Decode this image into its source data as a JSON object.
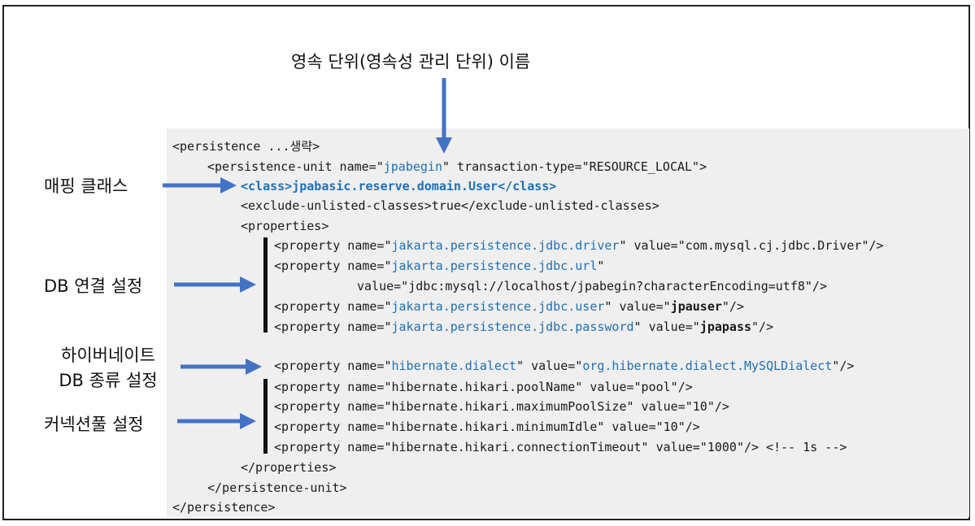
{
  "labels": {
    "unit_name": "영속 단위(영속성 관리 단위) 이름",
    "mapping_class": "매핑 클래스",
    "db_connection": "DB 연결 설정",
    "hibernate_db_line1": "하이버네이트",
    "hibernate_db_line2": "DB 종류 설정",
    "connection_pool": "커넥션풀 설정"
  },
  "code": {
    "l1": "<persistence ...생략>",
    "l2_a": "<persistence-unit name=\"",
    "l2_b": "jpabegin",
    "l2_c": "\" transaction-type=\"RESOURCE_LOCAL\">",
    "l3": "<class>jpabasic.reserve.domain.User</class>",
    "l4": "<exclude-unlisted-classes>true</exclude-unlisted-classes>",
    "l5": "<properties>",
    "l6_a": "<property name=\"",
    "l6_b": "jakarta.persistence.jdbc.driver",
    "l6_c": "\" value=\"com.mysql.cj.jdbc.Driver\"/>",
    "l7_a": "<property name=\"",
    "l7_b": "jakarta.persistence.jdbc.url",
    "l7_c": "\"",
    "l8": "value=\"jdbc:mysql://localhost/jpabegin?characterEncoding=utf8\"/>",
    "l9_a": "<property name=\"",
    "l9_b": "jakarta.persistence.jdbc.user",
    "l9_c": "\" value=\"",
    "l9_d": "jpauser",
    "l9_e": "\"/>",
    "l10_a": "<property name=\"",
    "l10_b": "jakarta.persistence.jdbc.password",
    "l10_c": "\" value=\"",
    "l10_d": "jpapass",
    "l10_e": "\"/>",
    "l11_a": "<property name=\"",
    "l11_b": "hibernate.dialect",
    "l11_c": "\" value=\"",
    "l11_d": "org.hibernate.dialect.MySQLDialect",
    "l11_e": "\"/>",
    "l12": "<property name=\"hibernate.hikari.poolName\" value=\"pool\"/>",
    "l13": "<property name=\"hibernate.hikari.maximumPoolSize\" value=\"10\"/>",
    "l14": "<property name=\"hibernate.hikari.minimumIdle\" value=\"10\"/>",
    "l15": "<property name=\"hibernate.hikari.connectionTimeout\" value=\"1000\"/> <!-- 1s -->",
    "l16": "</properties>",
    "l17": "</persistence-unit>",
    "l18": "</persistence>"
  },
  "colors": {
    "arrow": "#4472c4",
    "highlight": "#1f6fb5",
    "panel": "#efefef"
  }
}
